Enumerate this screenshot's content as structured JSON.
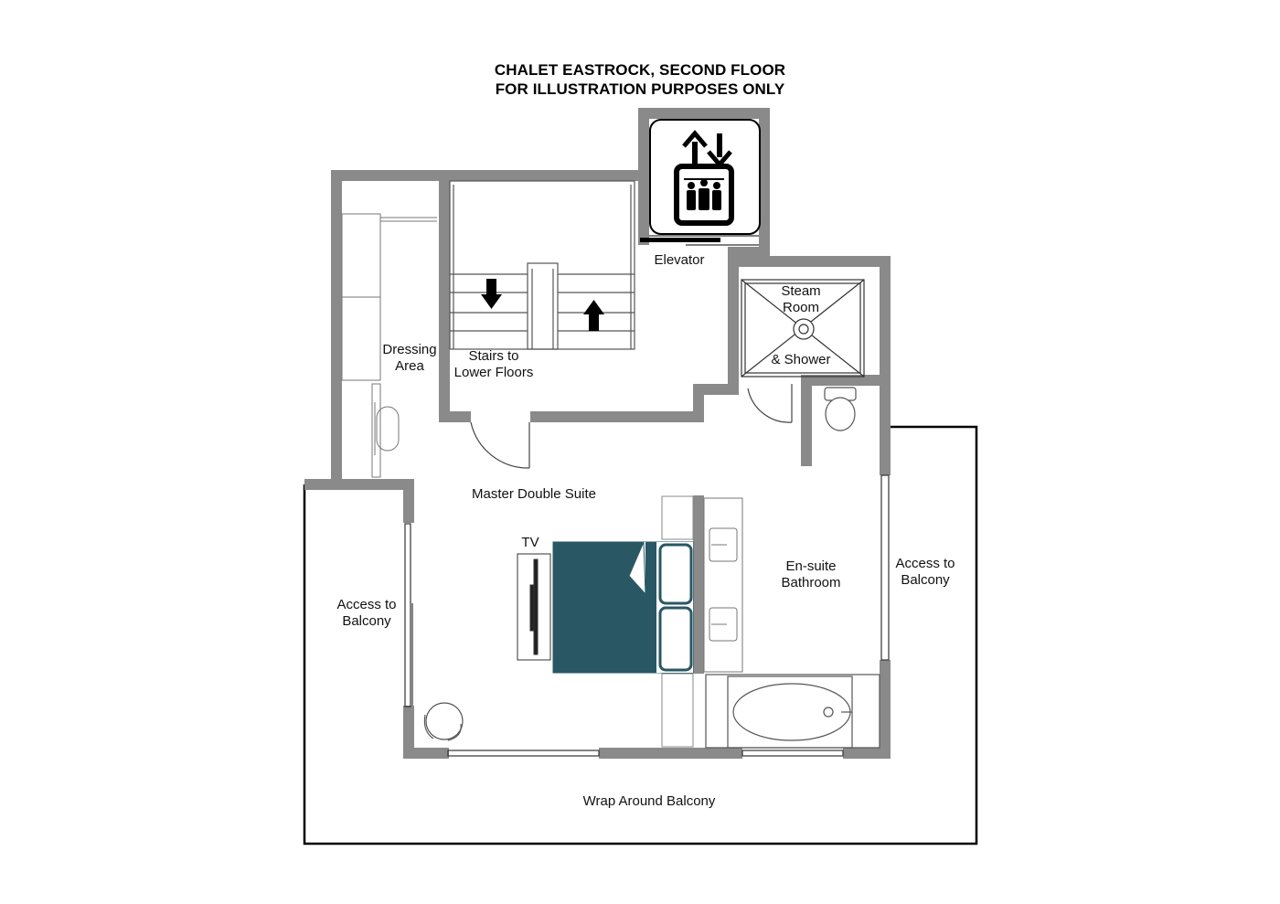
{
  "title": {
    "line1": "CHALET EASTROCK, SECOND FLOOR",
    "line2": "FOR ILLUSTRATION PURPOSES ONLY"
  },
  "rooms": {
    "elevator": "Elevator",
    "steam_room_1": "Steam",
    "steam_room_2": "Room",
    "steam_room_3": "& Shower",
    "dressing_1": "Dressing",
    "dressing_2": "Area",
    "stairs_1": "Stairs to",
    "stairs_2": "Lower Floors",
    "master": "Master Double Suite",
    "tv": "TV",
    "ensuite_1": "En-suite",
    "ensuite_2": "Bathroom",
    "balcony_access_left_1": "Access to",
    "balcony_access_left_2": "Balcony",
    "balcony_access_right_1": "Access to",
    "balcony_access_right_2": "Balcony",
    "wrap_balcony": "Wrap Around Balcony"
  },
  "colors": {
    "wall": "#8a8a8a",
    "bed": "#2a5764",
    "line": "#000000"
  },
  "icons": [
    "elevator-icon",
    "stairs-down-arrow-icon",
    "stairs-up-arrow-icon",
    "shower-drain-icon"
  ]
}
